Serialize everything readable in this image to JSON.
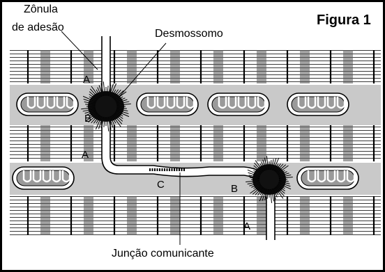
{
  "figure": {
    "title": "Figura 1",
    "labels": {
      "zonula_line1": "Zônula",
      "zonula_line2": "de adesão",
      "desmosome": "Desmossomo",
      "gap_junction": "Junção comunicante"
    },
    "markers": {
      "a_top": "A",
      "b_left": "B",
      "a_mid": "A",
      "c": "C",
      "b_right": "B",
      "a_bottom": "A"
    },
    "colors": {
      "ink": "#000000",
      "band_gray": "#c9c9c9",
      "membrane_gray": "#a8a8a8",
      "background": "#ffffff"
    }
  }
}
